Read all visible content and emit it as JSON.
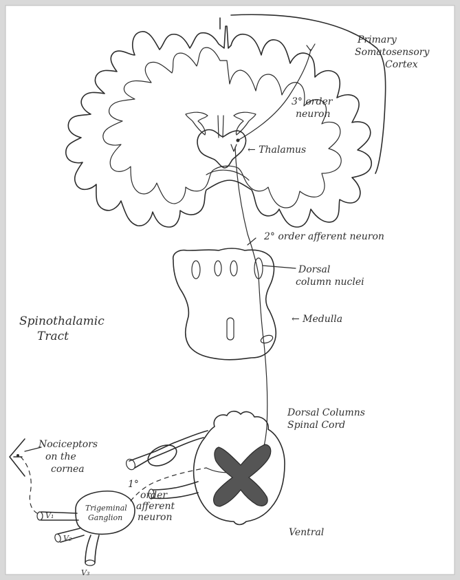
{
  "labels": {
    "primary_cortex": [
      "Primary",
      "Somatosensory",
      "Cortex"
    ],
    "third_order": [
      "3° order",
      "neuron"
    ],
    "thalamus": "← Thalamus",
    "second_order": "2° order afferent neuron",
    "dorsal_column_nuclei": [
      "Dorsal",
      "column nuclei"
    ],
    "medulla": "← Medulla",
    "tract_title": [
      "Spinothalamic",
      "Tract"
    ],
    "dorsal_columns": [
      "Dorsal Columns",
      "Spinal Cord"
    ],
    "nociceptors": [
      "Nociceptors",
      "on the",
      "cornea"
    ],
    "first_order": [
      "1°",
      "order",
      "afferent",
      "neuron"
    ],
    "trigeminal": [
      "Trigeminal",
      "Ganglion"
    ],
    "v1": "V₁",
    "v2": "V₂",
    "v3": "V₃",
    "ventral": "Ventral"
  },
  "colors": {
    "background": "#d9d9d9",
    "paper": "#ffffff",
    "ink": "#2b2b2b",
    "gray_matter": "#555555"
  }
}
